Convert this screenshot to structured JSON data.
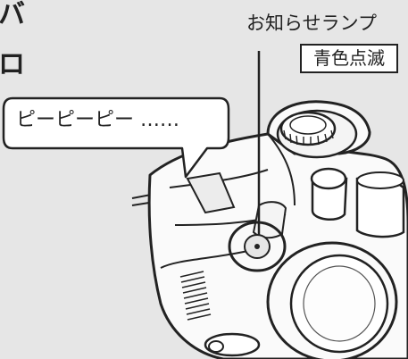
{
  "edge_text": {
    "line1": "バ",
    "line2": "ロ"
  },
  "callout": {
    "sound_text": "ピーピーピー ‥‥‥"
  },
  "lamp": {
    "label": "お知らせランプ",
    "color_label": "青色点滅"
  },
  "colors": {
    "background": "#e6e6e6",
    "ink": "#222222",
    "lamp_ring": "#222222"
  }
}
